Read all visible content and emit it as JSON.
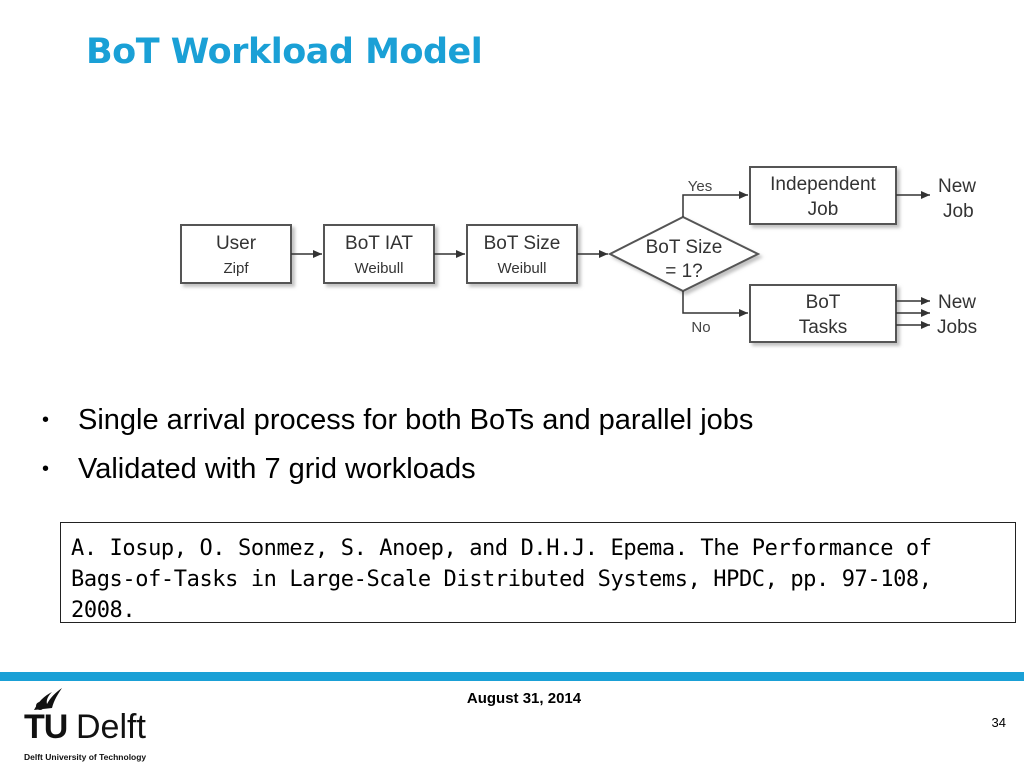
{
  "slide": {
    "title": "BoT Workload Model",
    "bullets": [
      "Single arrival process for both BoTs and parallel jobs",
      "Validated with 7 grid workloads"
    ],
    "reference": "A. Iosup, O. Sonmez, S. Anoep, and D.H.J. Epema. The Performance of Bags-of-Tasks in Large-Scale Distributed Systems, HPDC, pp. 97-108, 2008.",
    "date": "August 31, 2014",
    "page_number": "34",
    "accent_color": "#1aa0d6"
  },
  "logo": {
    "tu": "TU",
    "delft": "Delft",
    "subtitle": "Delft University of Technology"
  },
  "diagram": {
    "nodes": {
      "user": {
        "line1": "User",
        "line2": "Zipf"
      },
      "iat": {
        "line1": "BoT IAT",
        "line2": "Weibull"
      },
      "size": {
        "line1": "BoT Size",
        "line2": "Weibull"
      },
      "decision": {
        "line1": "BoT Size",
        "line2": "= 1?"
      },
      "independent": {
        "line1": "Independent",
        "line2": "Job"
      },
      "tasks": {
        "line1": "BoT",
        "line2": "Tasks"
      }
    },
    "branch_yes": "Yes",
    "branch_no": "No",
    "out_single": {
      "line1": "New",
      "line2": "Job"
    },
    "out_multi": {
      "line1": "New",
      "line2": "Jobs"
    }
  }
}
